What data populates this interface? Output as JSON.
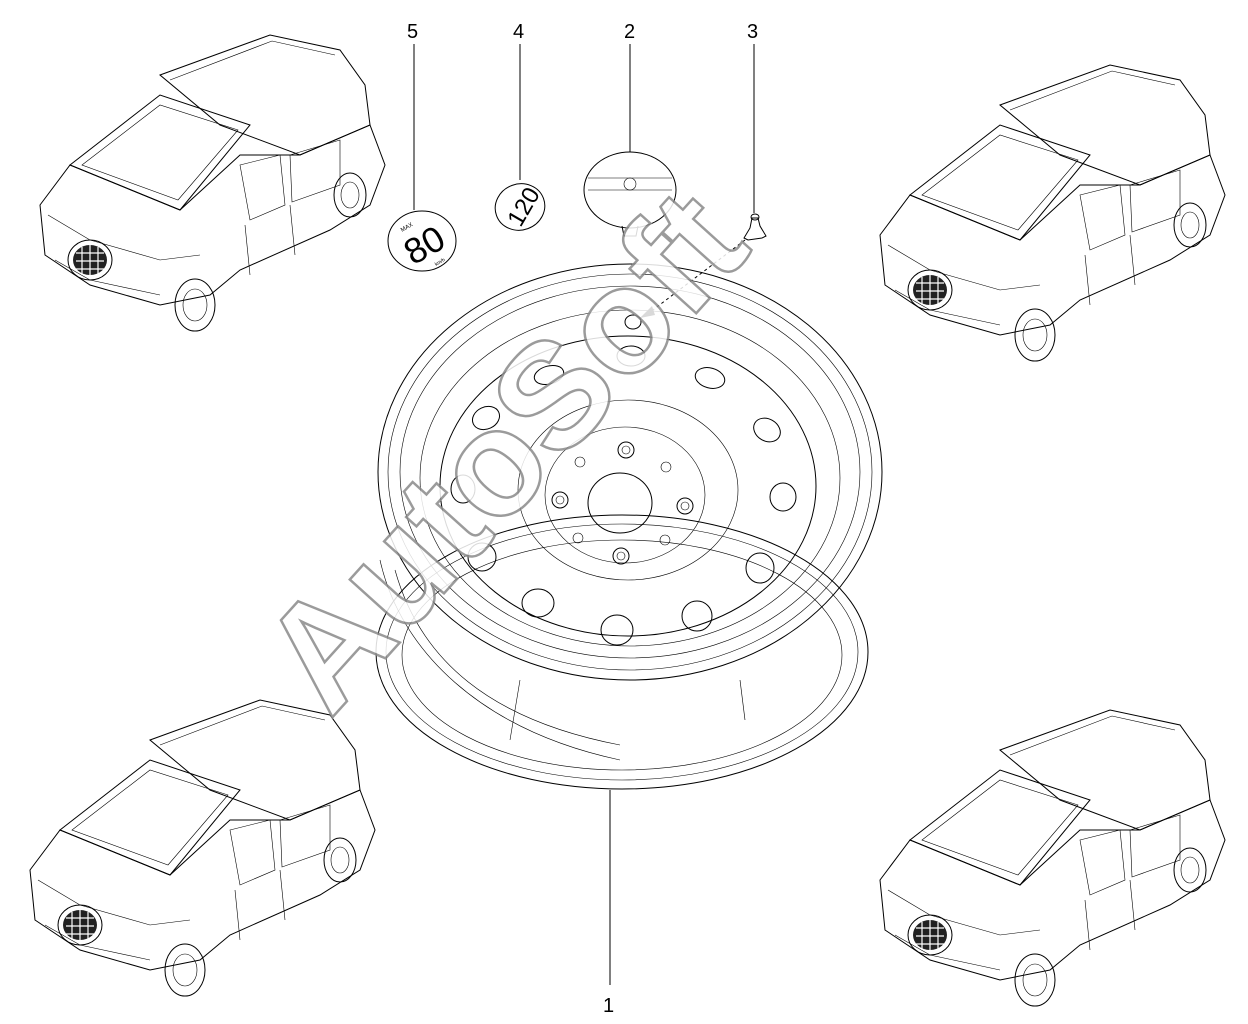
{
  "callouts": [
    {
      "id": "1",
      "label": "1"
    },
    {
      "id": "2",
      "label": "2"
    },
    {
      "id": "3",
      "label": "3"
    },
    {
      "id": "4",
      "label": "4"
    },
    {
      "id": "5",
      "label": "5"
    }
  ],
  "sticker_speed_80": {
    "value": "80",
    "top": "MAX",
    "unit": "km/h"
  },
  "sticker_speed_120": {
    "value": "120"
  },
  "watermark": "AutoSoft",
  "icons": [
    "steel-wheel",
    "hub-cap",
    "tire-valve",
    "speed-limit-sticker",
    "car-rear-view"
  ]
}
